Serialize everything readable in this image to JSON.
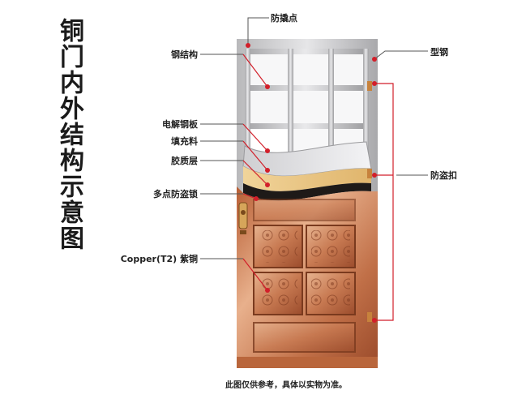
{
  "title": "铜门内外结构示意图",
  "labels": {
    "anti_pry": "防撬点",
    "steel_structure": "钢结构",
    "section_steel": "型钢",
    "electrolytic_steel": "电解钢板",
    "filling": "填充料",
    "adhesive_layer": "胶质层",
    "anti_theft_button": "防盗扣",
    "multi_point_lock": "多点防盗锁",
    "copper_t2": "Copper(T2) 紫铜"
  },
  "footnote": "此图仅供参考，具体以实物为准。",
  "colors": {
    "accent_line": "#d21f2a",
    "leader_line": "#555555",
    "steel_frame": "#c9c9cb",
    "copper_light": "#e9b48f",
    "copper_dark": "#a3502e",
    "filling": "#e8c07a",
    "adhesive": "#1e1a18"
  }
}
